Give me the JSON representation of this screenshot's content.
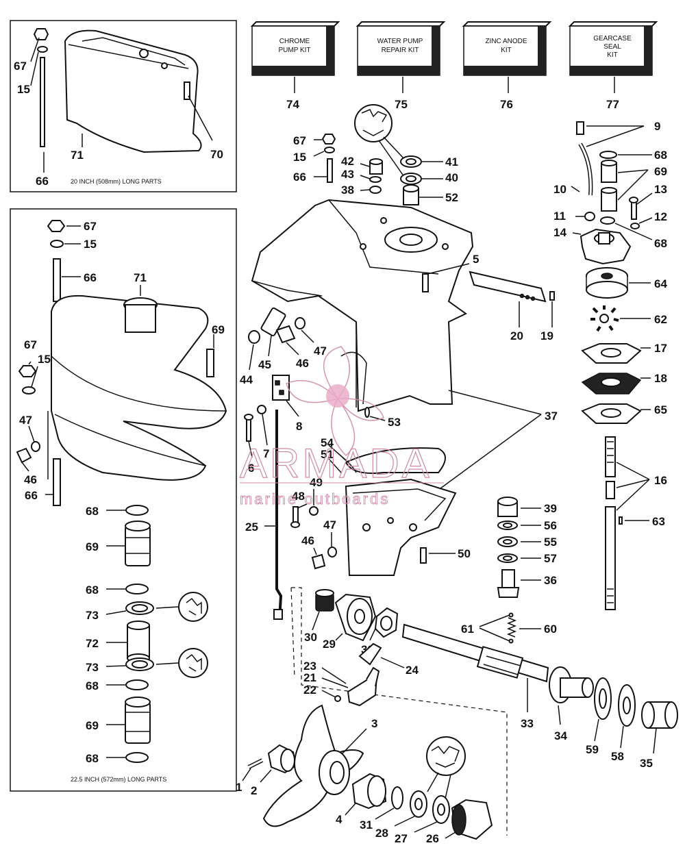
{
  "kits": [
    {
      "line1": "CHROME",
      "line2": "PUMP KIT",
      "line3": "",
      "number": "74"
    },
    {
      "line1": "WATER PUMP",
      "line2": "REPAIR KIT",
      "line3": "",
      "number": "75"
    },
    {
      "line1": "ZINC ANODE",
      "line2": "KIT",
      "line3": "",
      "number": "76"
    },
    {
      "line1": "GEARCASE",
      "line2": "SEAL",
      "line3": "KIT",
      "number": "77"
    }
  ],
  "inset_top_caption": "20 INCH (508mm) LONG PARTS",
  "inset_bottom_caption": "22.5 INCH (572mm) LONG PARTS",
  "watermark": {
    "name": "ARMADA",
    "tagline": "marine outboards",
    "color": "#e7a3c2"
  },
  "labels": {
    "n1": "1",
    "n2": "2",
    "n3": "3",
    "n4": "4",
    "n5": "5",
    "n6": "6",
    "n7": "7",
    "n8": "8",
    "n9": "9",
    "n10": "10",
    "n11": "11",
    "n12": "12",
    "n13": "13",
    "n14": "14",
    "n15": "15",
    "n16": "16",
    "n17": "17",
    "n18": "18",
    "n19": "19",
    "n20": "20",
    "n21": "21",
    "n22": "22",
    "n23": "23",
    "n24": "24",
    "n25": "25",
    "n26": "26",
    "n27": "27",
    "n28": "28",
    "n29": "29",
    "n30": "30",
    "n31": "31",
    "n32": "32",
    "n33": "33",
    "n34": "34",
    "n35": "35",
    "n36": "36",
    "n37": "37",
    "n38": "38",
    "n39": "39",
    "n40": "40",
    "n41": "41",
    "n42": "42",
    "n43": "43",
    "n44": "44",
    "n45": "45",
    "n46": "46",
    "n47": "47",
    "n48": "48",
    "n49": "49",
    "n50": "50",
    "n51": "51",
    "n52": "52",
    "n53": "53",
    "n54": "54",
    "n55": "55",
    "n56": "56",
    "n57": "57",
    "n58": "58",
    "n59": "59",
    "n60": "60",
    "n61": "61",
    "n62": "62",
    "n63": "63",
    "n64": "64",
    "n65": "65",
    "n66": "66",
    "n67": "67",
    "n68": "68",
    "n69": "69",
    "n70": "70",
    "n71": "71",
    "n72": "72",
    "n73": "73"
  }
}
